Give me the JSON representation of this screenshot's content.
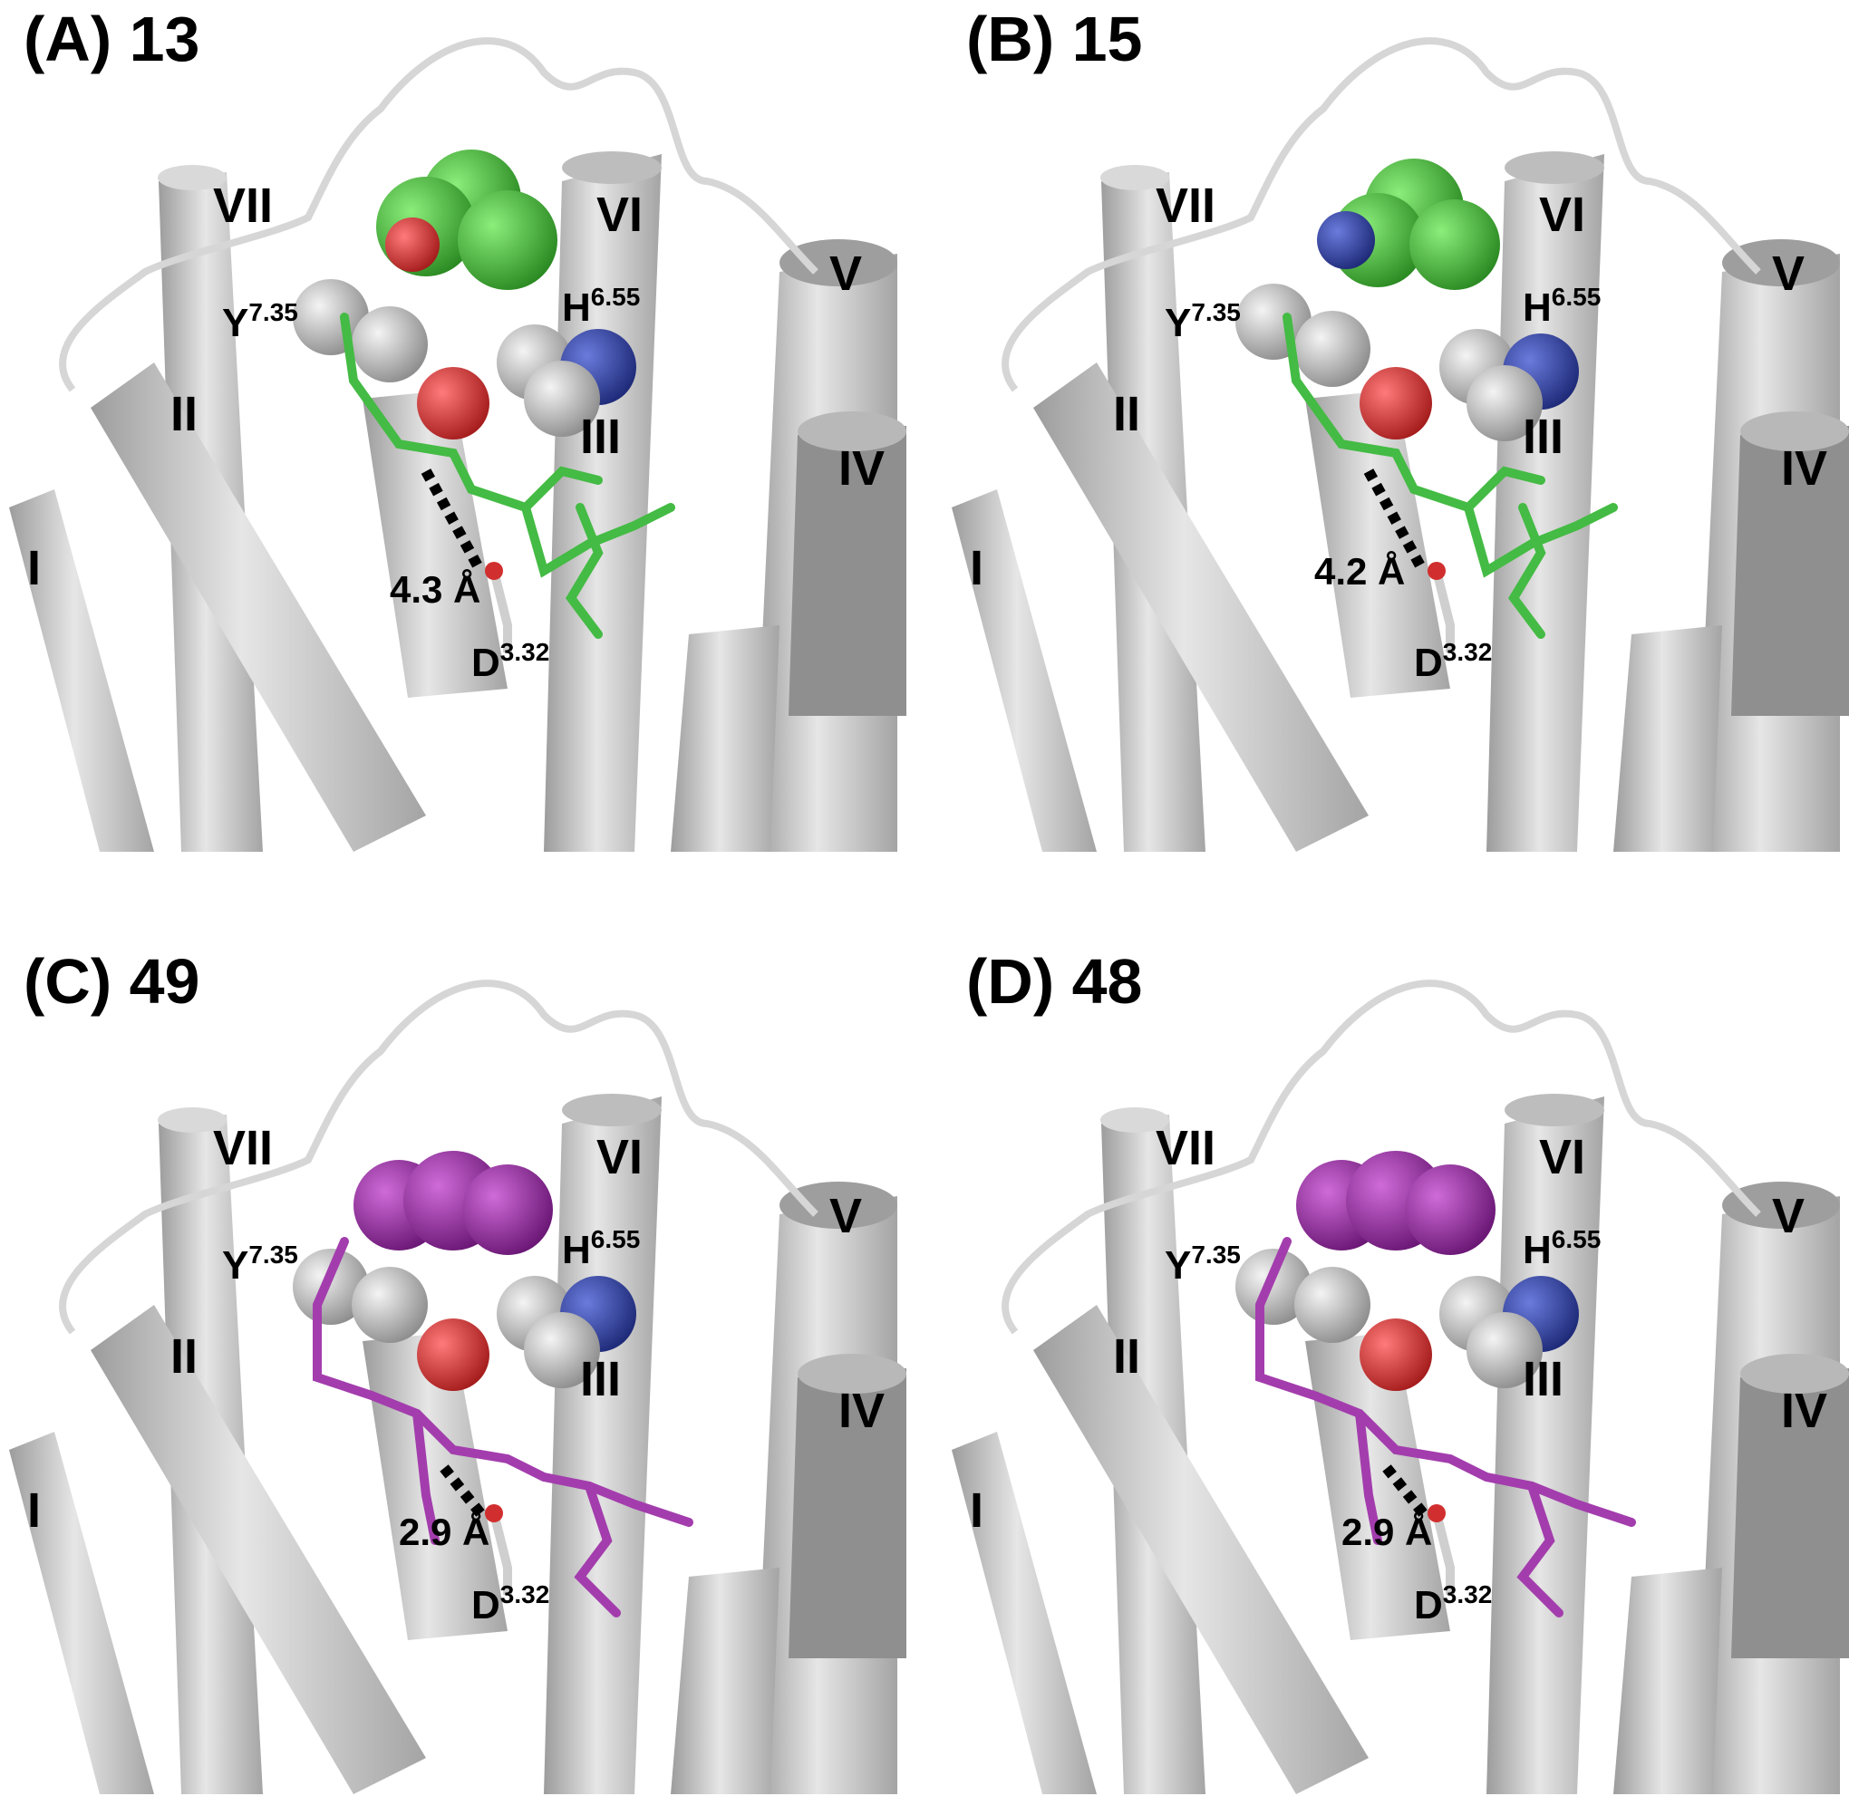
{
  "panels": [
    {
      "id": "a",
      "title": "(A) 13",
      "distance": "4.3 Å",
      "ligand_color": "#3fbf3f",
      "stick_color": "#44bb44"
    },
    {
      "id": "b",
      "title": "(B) 15",
      "distance": "4.2 Å",
      "ligand_color": "#3fbf3f",
      "stick_color": "#44bb44"
    },
    {
      "id": "c",
      "title": "(C) 49",
      "distance": "2.9 Å",
      "ligand_color": "#9b2fa6",
      "stick_color": "#a33dad"
    },
    {
      "id": "d",
      "title": "(D) 48",
      "distance": "2.9 Å",
      "ligand_color": "#9b2fa6",
      "stick_color": "#a33dad"
    }
  ],
  "helices": {
    "h1": "I",
    "h2": "II",
    "h3": "III",
    "h4": "IV",
    "h5": "V",
    "h6": "VI",
    "h7": "VII"
  },
  "residues": {
    "y": {
      "base": "Y",
      "sup": "7.35"
    },
    "h": {
      "base": "H",
      "sup": "6.55"
    },
    "d": {
      "base": "D",
      "sup": "3.32"
    }
  },
  "colors": {
    "helix": "#c8c8c8",
    "helix_dark": "#9a9a9a",
    "oxygen": "#d12f2f",
    "nitrogen": "#2e3fa8",
    "carbon_grey": "#c9c9c9"
  }
}
